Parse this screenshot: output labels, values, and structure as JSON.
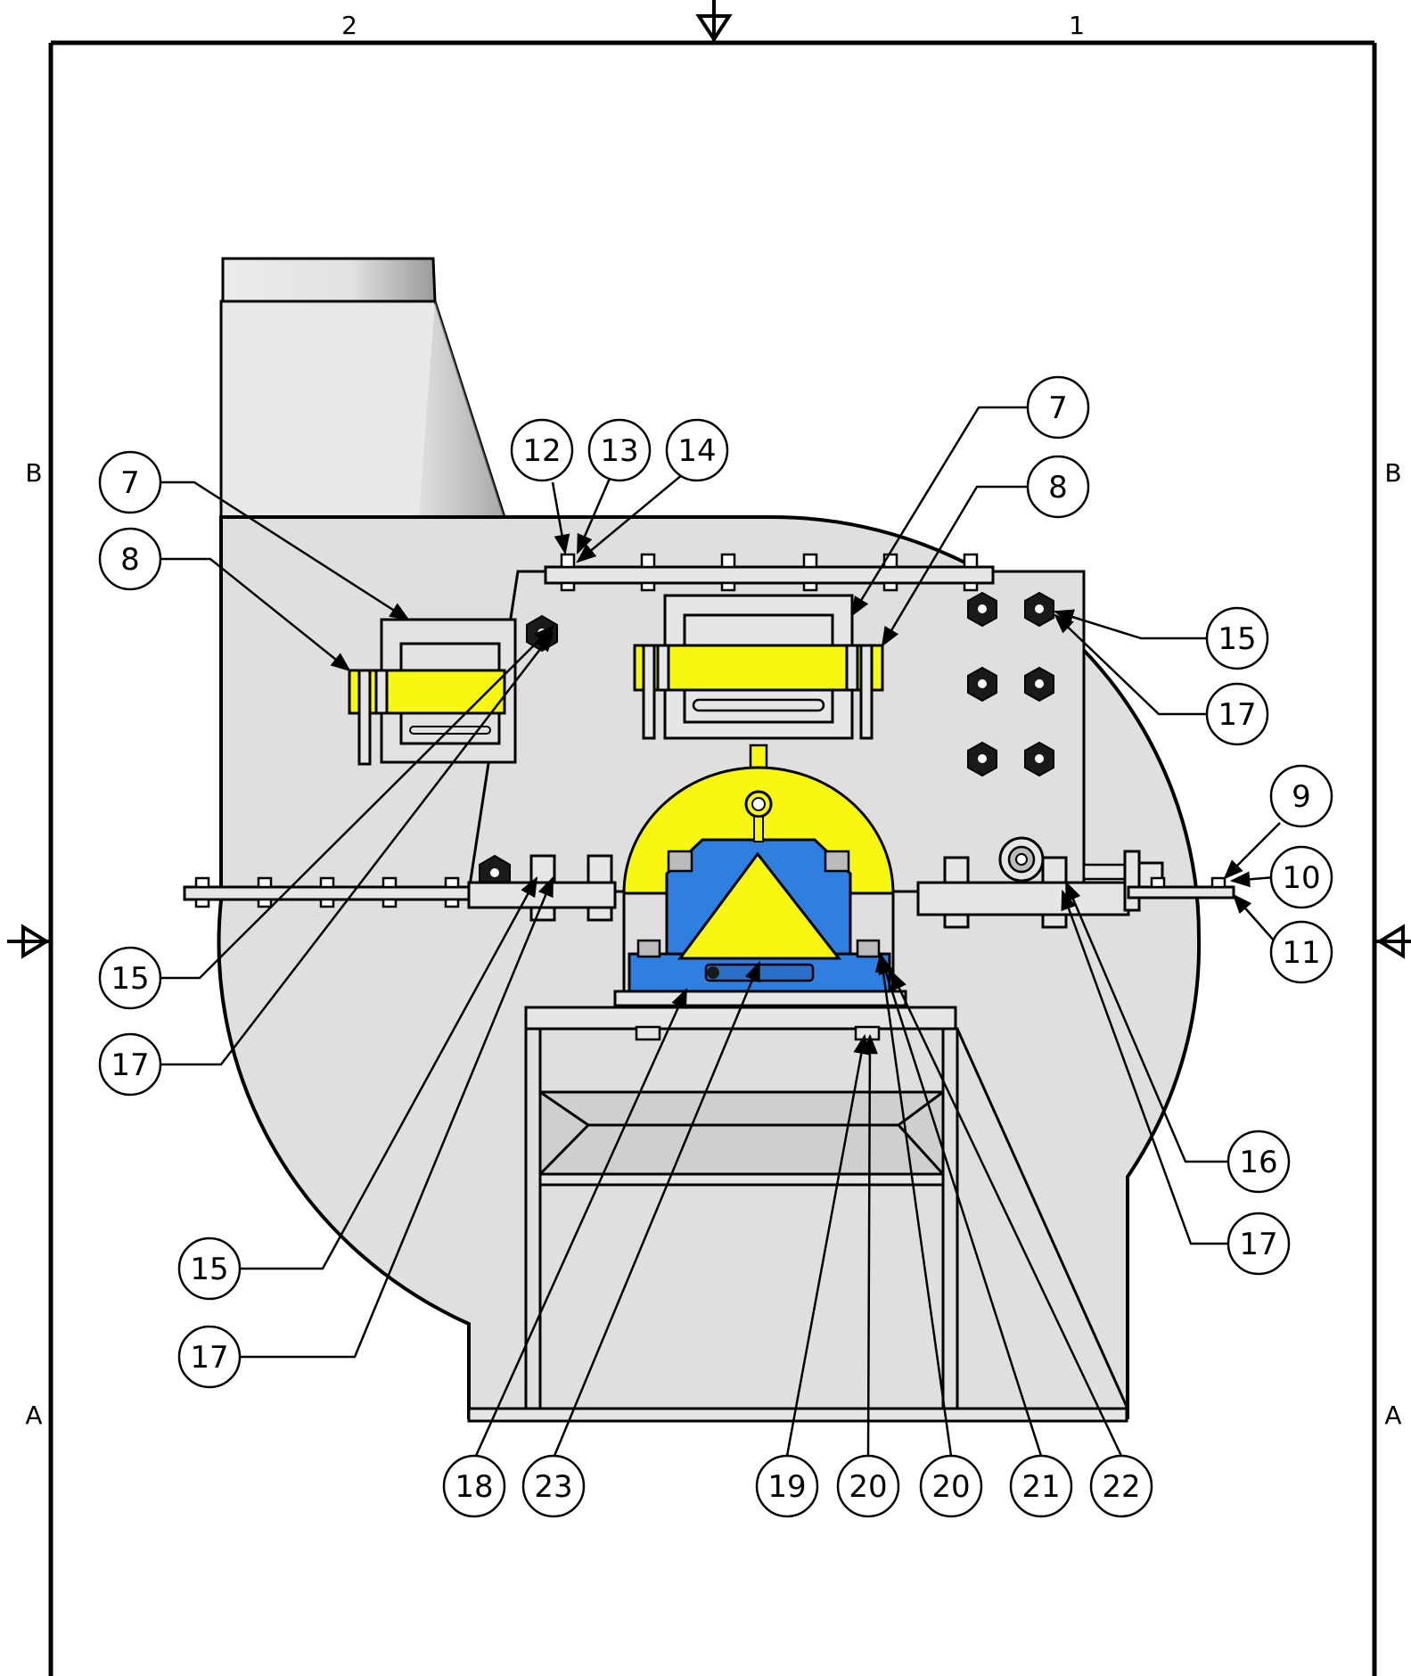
{
  "frame": {
    "columns": [
      "2",
      "1"
    ],
    "rows": [
      "B",
      "A"
    ]
  },
  "colors": {
    "housing": "#e0dfde",
    "accent_yellow": "#f7f711",
    "bearing_blue": "#2e7fe0",
    "outline": "#000000",
    "paper": "#ffffff"
  },
  "balloons": [
    {
      "id": "b-7-left",
      "text": "7"
    },
    {
      "id": "b-8-left",
      "text": "8"
    },
    {
      "id": "b-12",
      "text": "12"
    },
    {
      "id": "b-13",
      "text": "13"
    },
    {
      "id": "b-14",
      "text": "14"
    },
    {
      "id": "b-7-right",
      "text": "7"
    },
    {
      "id": "b-8-right",
      "text": "8"
    },
    {
      "id": "b-15-right",
      "text": "15"
    },
    {
      "id": "b-17-right",
      "text": "17"
    },
    {
      "id": "b-9",
      "text": "9"
    },
    {
      "id": "b-10",
      "text": "10"
    },
    {
      "id": "b-11",
      "text": "11"
    },
    {
      "id": "b-15-left-a",
      "text": "15"
    },
    {
      "id": "b-17-left-a",
      "text": "17"
    },
    {
      "id": "b-16",
      "text": "16"
    },
    {
      "id": "b-17-right-b",
      "text": "17"
    },
    {
      "id": "b-15-left-b",
      "text": "15"
    },
    {
      "id": "b-17-left-b",
      "text": "17"
    },
    {
      "id": "b-18",
      "text": "18"
    },
    {
      "id": "b-23",
      "text": "23"
    },
    {
      "id": "b-19",
      "text": "19"
    },
    {
      "id": "b-20-a",
      "text": "20"
    },
    {
      "id": "b-20-b",
      "text": "20"
    },
    {
      "id": "b-21",
      "text": "21"
    },
    {
      "id": "b-22",
      "text": "22"
    }
  ]
}
